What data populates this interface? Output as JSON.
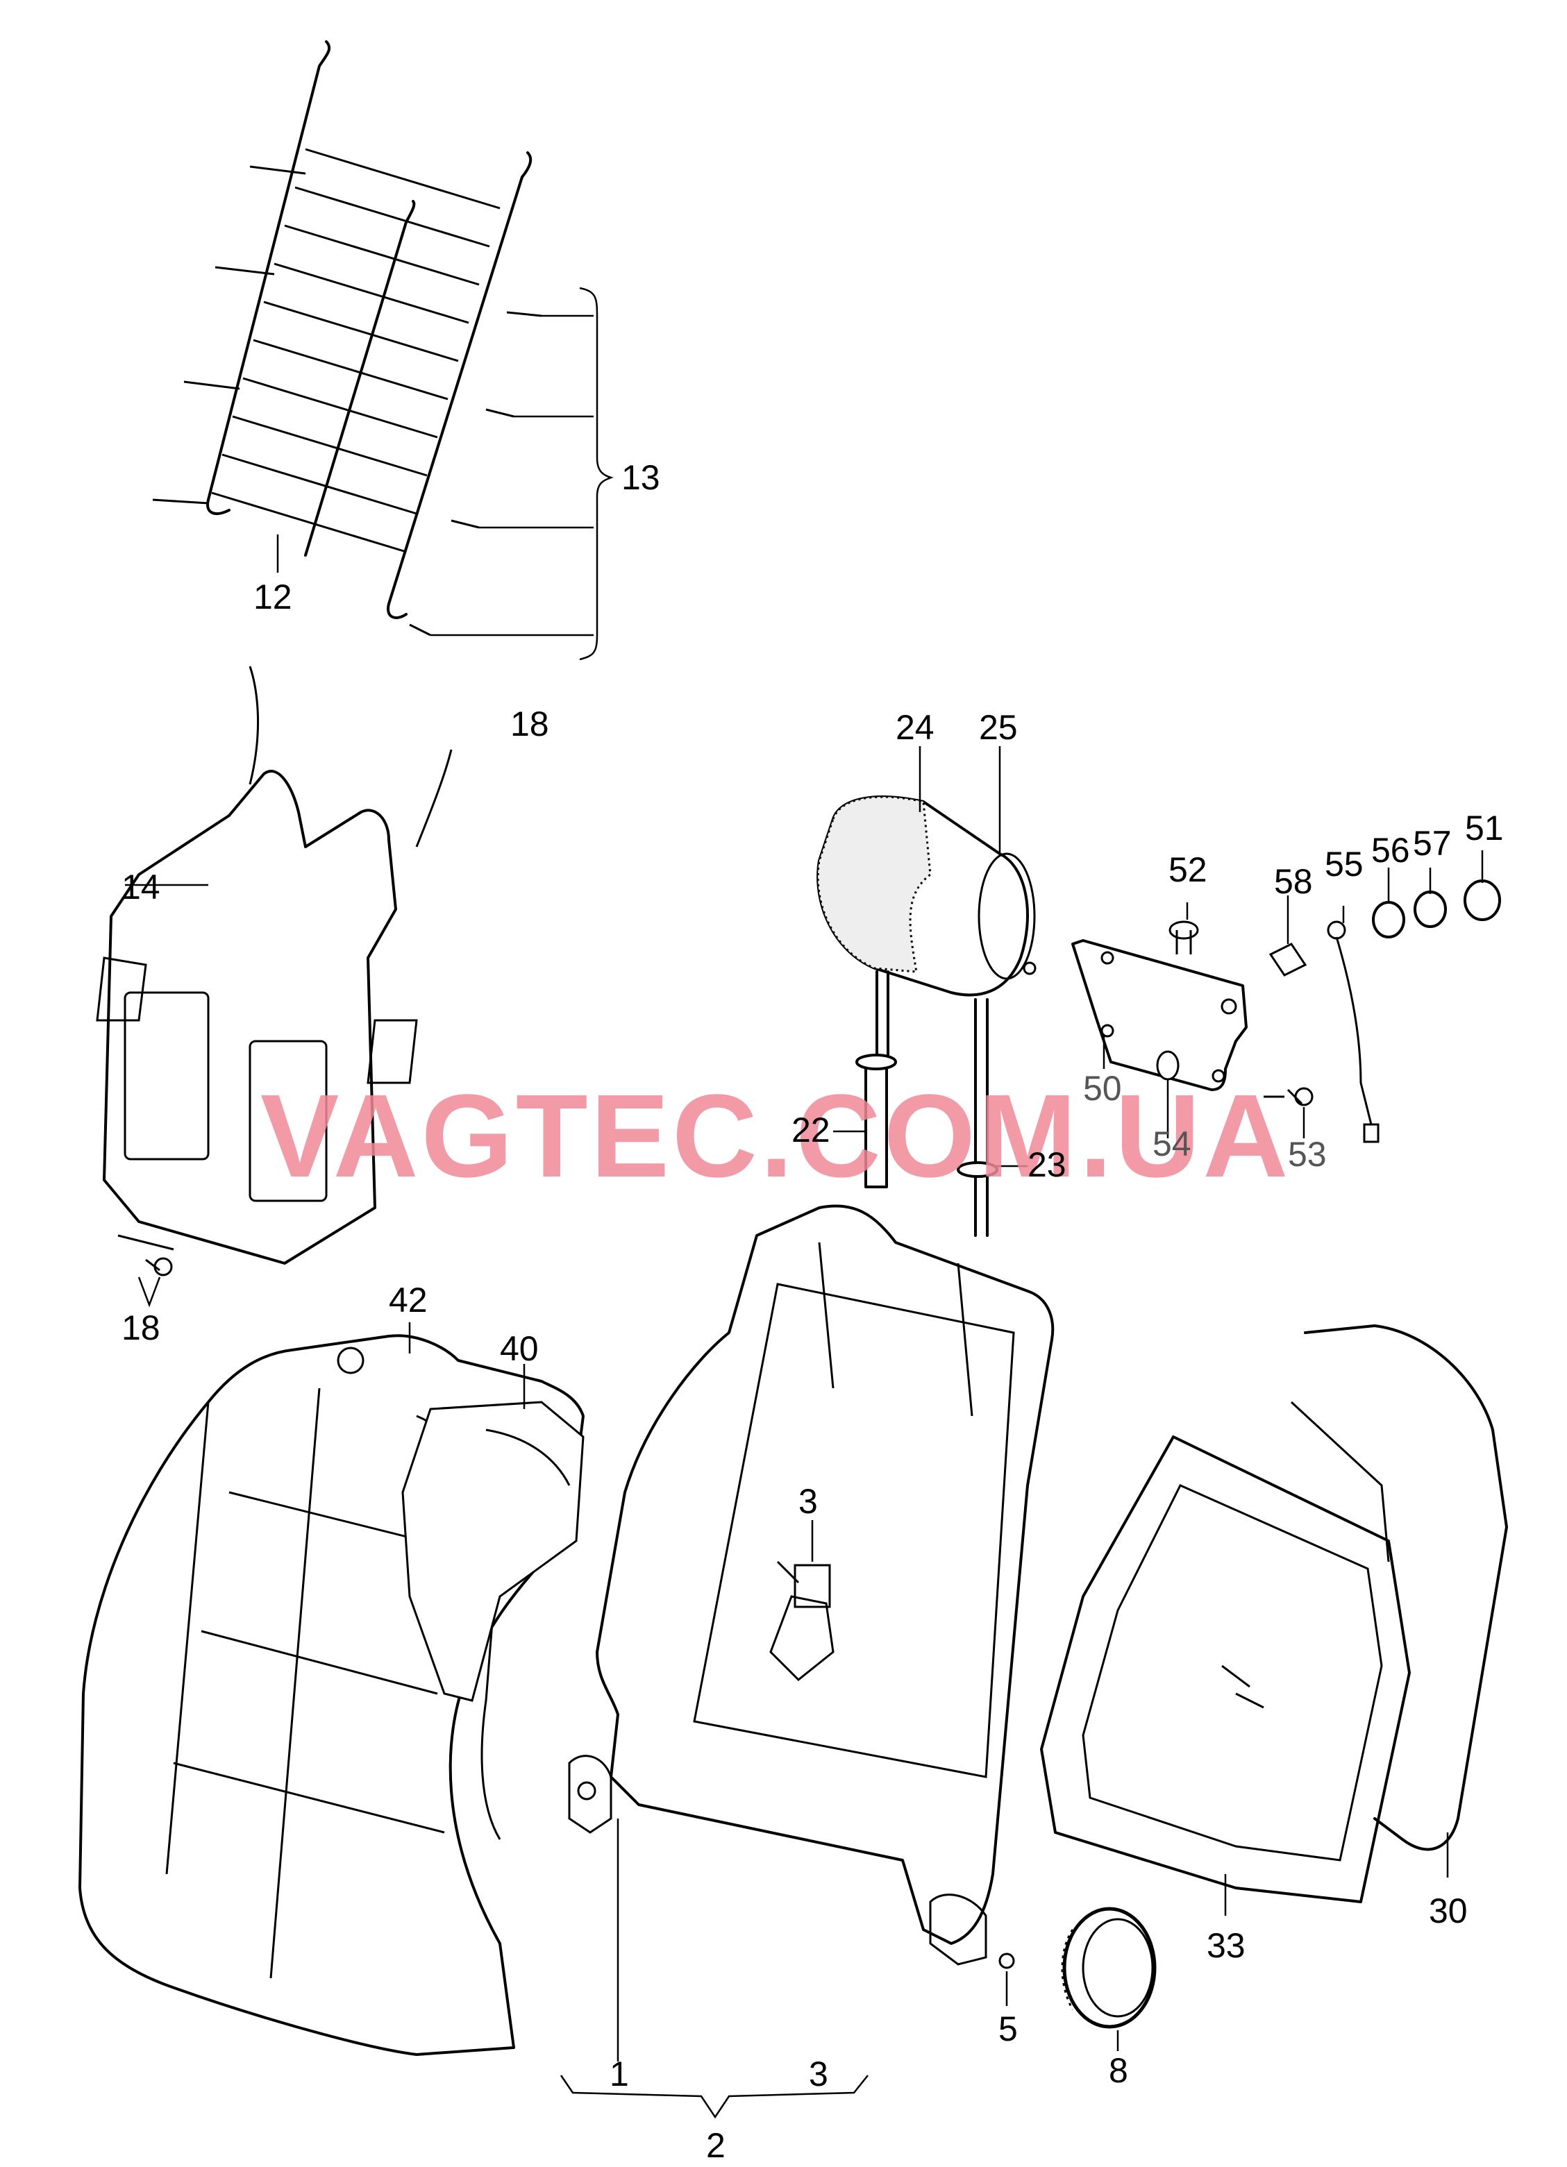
{
  "watermark": "VAGTEC.COM.UA",
  "callouts": {
    "c1": "1",
    "c2": "2",
    "c3a": "3",
    "c3b": "3",
    "c5": "5",
    "c8": "8",
    "c12": "12",
    "c13": "13",
    "c14": "14",
    "c18a": "18",
    "c18b": "18",
    "c22": "22",
    "c23": "23",
    "c24": "24",
    "c25": "25",
    "c30": "30",
    "c33": "33",
    "c40": "40",
    "c42": "42",
    "c50": "50",
    "c51": "51",
    "c52": "52",
    "c53": "53",
    "c54": "54",
    "c55": "55",
    "c56": "56",
    "c57": "57",
    "c58": "58"
  },
  "colors": {
    "line": "#000000",
    "watermark": "#f08a96",
    "background": "#ffffff"
  }
}
